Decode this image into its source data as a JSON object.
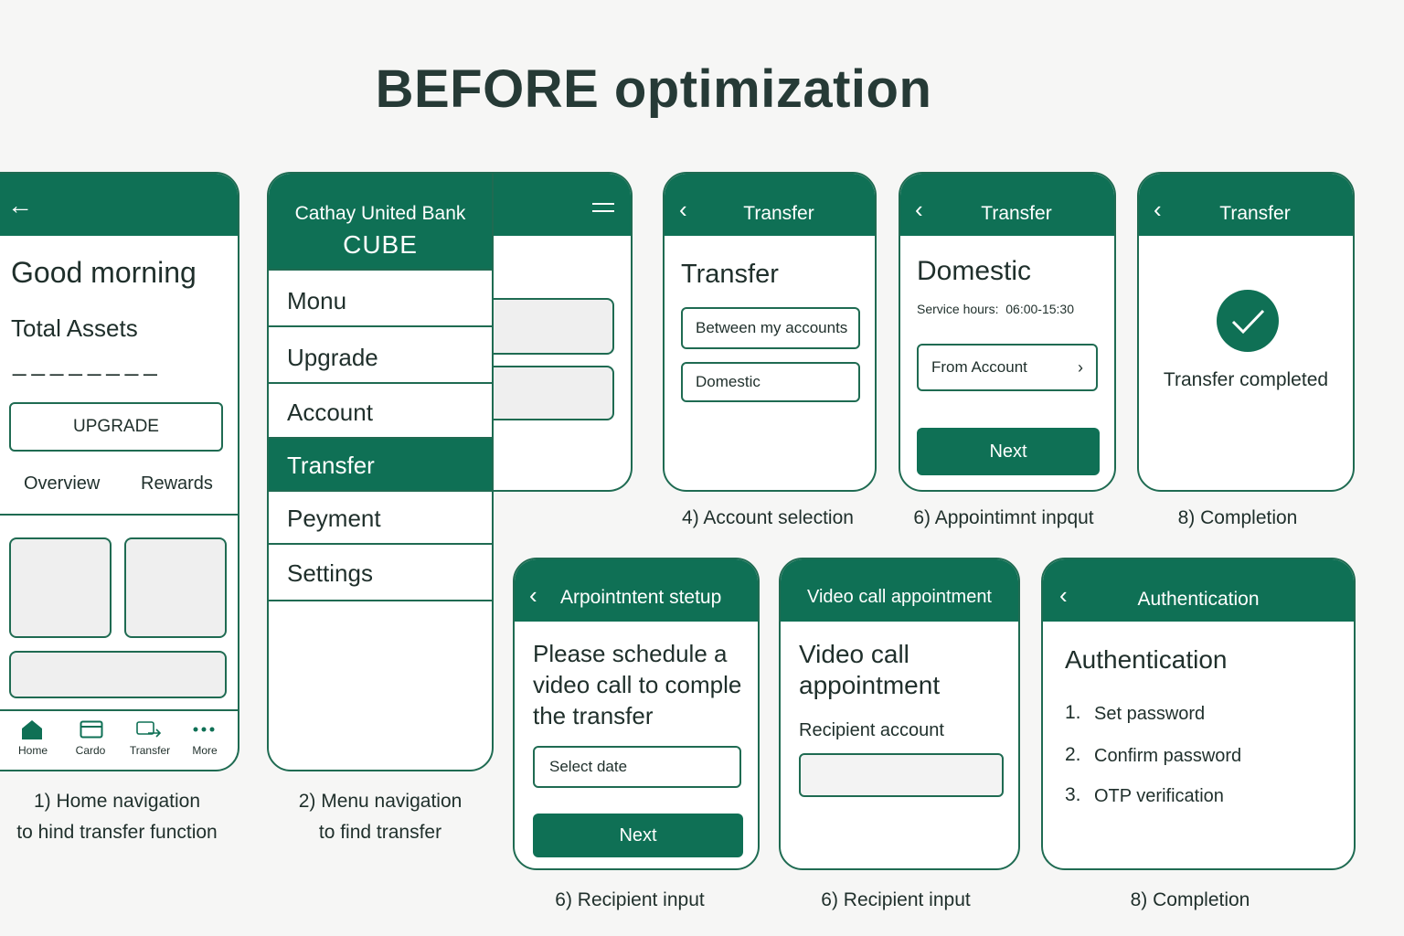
{
  "page": {
    "title": "BEFORE optimization"
  },
  "colors": {
    "brand": "#0f7055",
    "border": "#1f6b52",
    "text": "#1f2f2b",
    "background": "#f6f6f5"
  },
  "screen1": {
    "greeting": "Good morning",
    "assets_label": "Total Assets",
    "assets_value": "________",
    "upgrade_button": "UPGRADE",
    "tabs": [
      "Overview",
      "Rewards"
    ],
    "nav": [
      "Home",
      "Cardo",
      "Transfer",
      "More"
    ],
    "caption_line1": "1) Home navigation",
    "caption_line2": "to hind transfer function"
  },
  "screen2": {
    "bank_name": "Cathay United Bank",
    "brand": "CUBE",
    "menu": [
      "Monu",
      "Upgrade",
      "Account",
      "Transfer",
      "Peyment",
      "Settings"
    ],
    "active_item": "Transfer",
    "caption_line1": "2) Menu navigation",
    "caption_line2": "to find transfer"
  },
  "screen4": {
    "header": "Transfer",
    "heading": "Transfer",
    "options": [
      "Between my accounts",
      "Domestic"
    ],
    "caption": "4) Account selection"
  },
  "screen6a": {
    "header": "Transfer",
    "heading": "Domestic",
    "service_hours": "Service hours:  06:00-15:30",
    "from_account": "From Account",
    "next": "Next",
    "caption": "6) Appointimnt inpqut"
  },
  "screen8a": {
    "header": "Transfer",
    "message": "Transfer completed",
    "caption": "8) Completion"
  },
  "screen6b": {
    "header": "Arpointntent stetup",
    "text_lines": [
      "Please schedule a",
      "video call to comple",
      "the transfer"
    ],
    "select_date": "Select date",
    "next": "Next",
    "caption": "6) Recipient input"
  },
  "screen6c": {
    "header": "Video call appointment",
    "heading_lines": [
      "Video call",
      "appointment"
    ],
    "recipient_label": "Recipient account",
    "caption": "6) Recipient input"
  },
  "screen8b": {
    "header": "Authentication",
    "heading": "Authentication",
    "steps": [
      {
        "num": "1.",
        "text": "Set password"
      },
      {
        "num": "2.",
        "text": "Confirm password"
      },
      {
        "num": "3.",
        "text": "OTP verification"
      }
    ],
    "caption": "8) Completion"
  }
}
